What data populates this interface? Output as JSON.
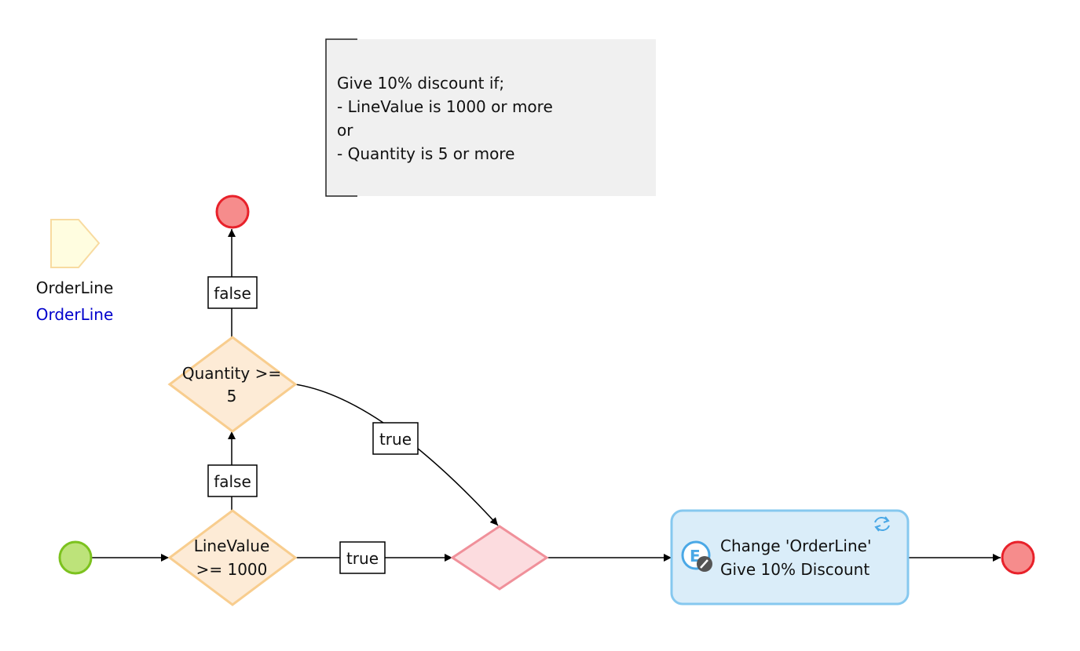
{
  "annotation": {
    "lines": [
      "Give 10% discount if;",
      "- LineValue is 1000 or more",
      "or",
      "- Quantity is 5 or more"
    ]
  },
  "parameter": {
    "name": "OrderLine",
    "type": "OrderLine",
    "type_color": "#0000cc"
  },
  "decisions": {
    "quantity": {
      "line1": "Quantity >=",
      "line2": "5"
    },
    "linevalue": {
      "line1": "LineValue",
      "line2": ">= 1000"
    }
  },
  "flow_labels": {
    "quantity_false": "false",
    "quantity_true": "true",
    "linevalue_false": "false",
    "linevalue_true": "true"
  },
  "activity": {
    "line1": "Change 'OrderLine'",
    "line2": "Give 10% Discount",
    "icon_letter": "E",
    "icon": "change-object-icon",
    "refresh_icon": "refresh-icon"
  },
  "colors": {
    "start_fill": "#bde37a",
    "start_stroke": "#7cc21e",
    "end_fill": "#f68c8c",
    "end_stroke": "#e8212a",
    "decision_fill": "#fdebd6",
    "decision_stroke": "#f8cd8e",
    "merge_fill": "#fcdcdf",
    "merge_stroke": "#f0909a",
    "activity_fill": "#daedf9",
    "activity_stroke": "#86c8ef",
    "annotation_fill": "#f0f0f0"
  }
}
